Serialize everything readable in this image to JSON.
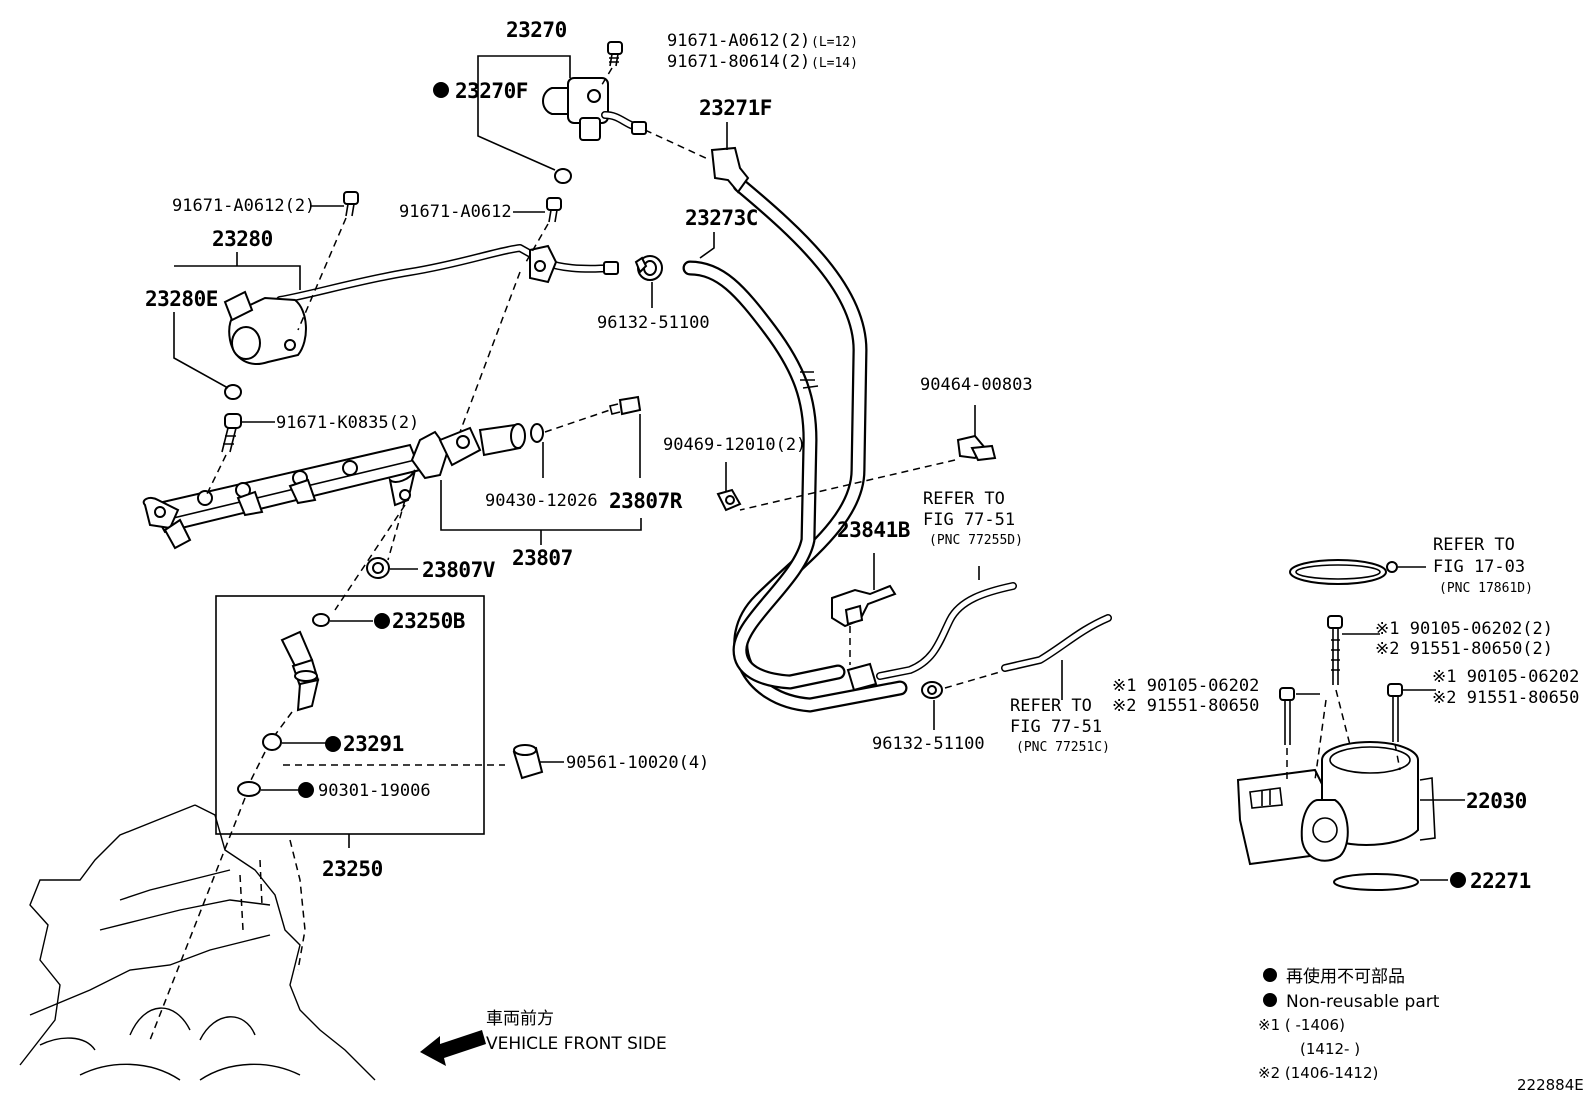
{
  "labels": {
    "p23270": "23270",
    "p23270F": "23270F",
    "p91671_A0612_2a": "91671-A0612(2)",
    "p91671_A0612_2a_L": "(L=12)",
    "p91671_80614_2": "91671-80614(2)",
    "p91671_80614_2_L": "(L=14)",
    "p23271F": "23271F",
    "p91671_A0612_2b": "91671-A0612(2)",
    "p91671_A0612": "91671-A0612",
    "p23273C": "23273C",
    "p23280": "23280",
    "p23280E": "23280E",
    "p96132_51100a": "96132-51100",
    "p90464_00803": "90464-00803",
    "p91671_K0835_2": "91671-K0835(2)",
    "p90469_12010_2": "90469-12010(2)",
    "p90430_12026": "90430-12026",
    "p23807R": "23807R",
    "p23807": "23807",
    "p23807V": "23807V",
    "p23841B": "23841B",
    "refer1_a": "REFER TO",
    "refer1_b": "FIG 77-51",
    "refer1_c": "(PNC 77255D)",
    "refer2_a": "REFER TO",
    "refer2_b": "FIG 17-03",
    "refer2_c": "(PNC 17861D)",
    "refer3_a": "REFER TO",
    "refer3_b": "FIG 77-51",
    "refer3_c": "(PNC 77251C)",
    "p23250B": "23250B",
    "p23291": "23291",
    "p90561_10020_4": "90561-10020(4)",
    "p90301_19006": "90301-19006",
    "p23250": "23250",
    "p96132_51100b": "96132-51100",
    "p90105_06202_2": "※1 90105-06202(2)",
    "p91551_80650_2": "※2 91551-80650(2)",
    "p90105_06202_left": "※1 90105-06202",
    "p91551_80650_left": "※2 91551-80650",
    "p90105_06202_right": "※1 90105-06202",
    "p91551_80650_right": "※2 91551-80650",
    "p22030": "22030",
    "p22271": "22271"
  },
  "legend": {
    "non_reusable_jp": "再使用不可部品",
    "non_reusable_en": "Non-reusable part",
    "note1_a": "※1 (      -1406)",
    "note1_b": "(1412-      )",
    "note2": "※2 (1406-1412)"
  },
  "direction": {
    "jp": "車両前方",
    "en": "VEHICLE FRONT SIDE"
  },
  "figure_id": "222884E"
}
